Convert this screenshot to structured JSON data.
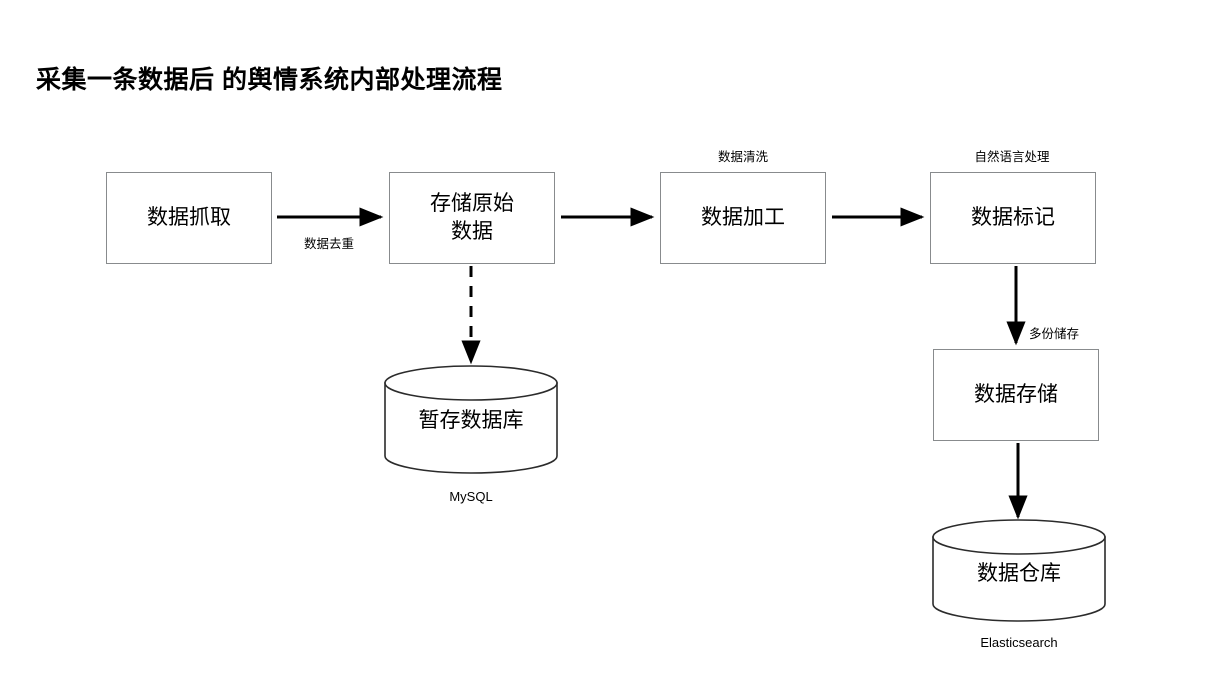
{
  "title": "采集一条数据后 的舆情系统内部处理流程",
  "colors": {
    "background": "#ffffff",
    "box_border": "#888b8d",
    "cylinder_stroke": "#2b2b2b",
    "arrow": "#000000",
    "text": "#000000"
  },
  "nodes": {
    "capture": {
      "label": "数据抓取"
    },
    "store_raw": {
      "label": "存储原始\n数据"
    },
    "process": {
      "label": "数据加工",
      "top_label": "数据清洗"
    },
    "tag": {
      "label": "数据标记",
      "top_label": "自然语言处理"
    },
    "storage": {
      "label": "数据存储"
    },
    "temp_db": {
      "label": "暂存数据库",
      "caption": "MySQL"
    },
    "warehouse": {
      "label": "数据仓库",
      "caption": "Elasticsearch"
    }
  },
  "edges": {
    "capture_to_store": {
      "label": "数据去重"
    },
    "store_to_process": {
      "label": ""
    },
    "process_to_tag": {
      "label": ""
    },
    "store_to_tempdb": {
      "label": ""
    },
    "tag_to_storage": {
      "label": "多份储存"
    },
    "storage_to_warehouse": {
      "label": ""
    }
  }
}
